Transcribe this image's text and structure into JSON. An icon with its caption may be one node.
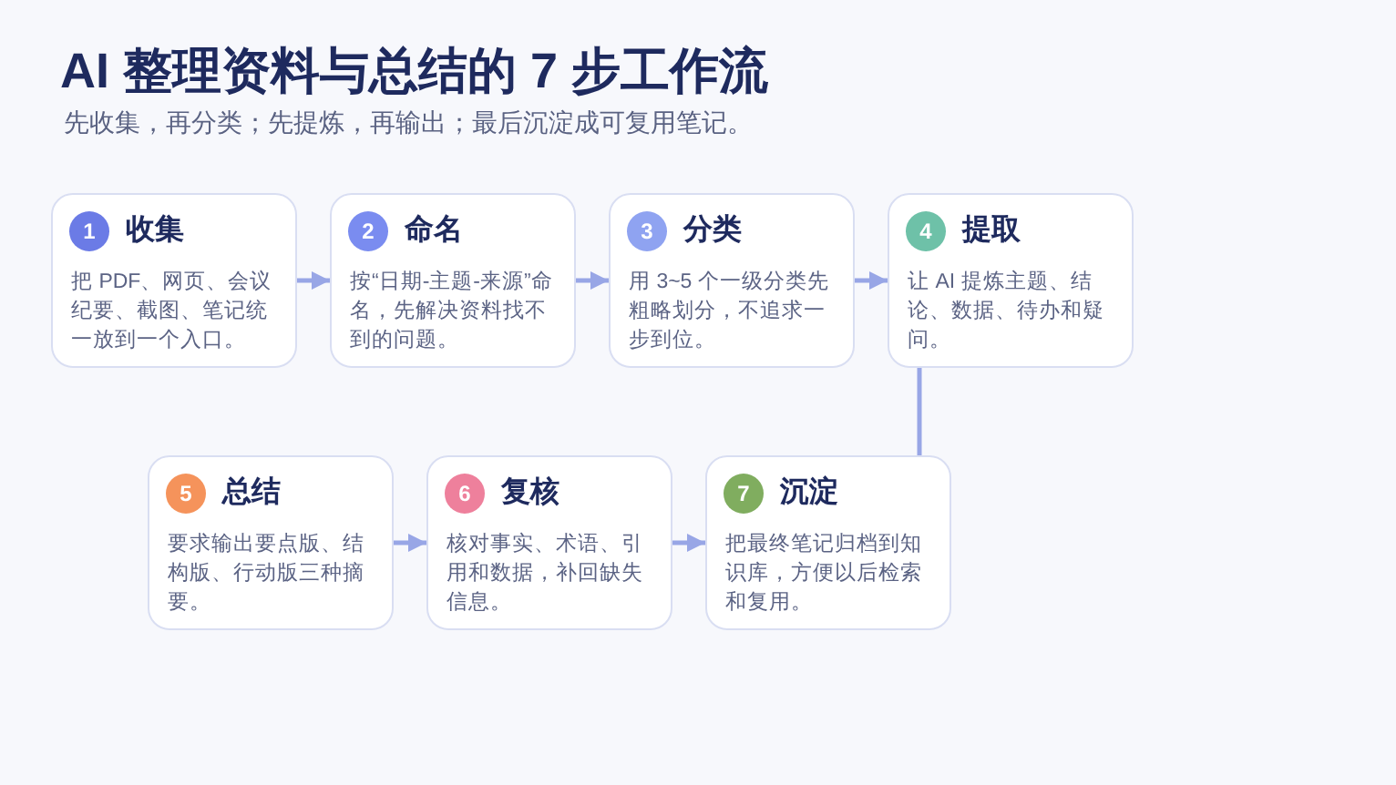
{
  "diagram": {
    "title": "AI 整理资料与总结的 7 步工作流",
    "nodes": [
      {
        "text": [
          "收集",
          "把 PDF、网页、会议纪要、截图、笔记统一放到一个入口。"
        ]
      },
      {
        "text": [
          "1"
        ],
        "in": 0
      },
      {
        "text": [
          "命名",
          "按“日期-主题-来源”命名，先解决资料找不到的问题。"
        ]
      },
      {
        "text": [
          "2"
        ],
        "in": 2
      },
      {
        "text": [
          "分类",
          "用 3~5 个一级分类先粗略划分，不追求一步到位。"
        ]
      },
      {
        "text": [
          "3"
        ],
        "in": 4
      },
      {
        "text": [
          "提取",
          "让 AI 提炼主题、结论、数据、待办和疑问。"
        ]
      },
      {
        "text": [
          "4"
        ],
        "in": 6
      },
      {
        "text": [
          "总结",
          "要求输出要点版、结构版、行动版三种摘要。"
        ]
      },
      {
        "text": [
          "5"
        ],
        "in": 8
      },
      {
        "text": [
          "复核",
          "核对事实、术语、引用和数据，补回缺失信息。"
        ]
      },
      {
        "text": [
          "6"
        ],
        "in": 10
      },
      {
        "text": [
          "沉淀",
          "把最终笔记归档到知识库，方便以后检索和复用。"
        ]
      },
      {
        "text": [
          "7"
        ],
        "in": 12
      }
    ],
    "edges": [
      {
        "from": 0,
        "to": 2,
        "arrow": "to"
      },
      {
        "from": 2,
        "to": 4,
        "arrow": "to"
      },
      {
        "from": 4,
        "to": 6,
        "arrow": "to"
      },
      {
        "from": 6,
        "to": 12,
        "arrow": "none"
      },
      {
        "from": 8,
        "to": 10,
        "arrow": "to"
      },
      {
        "from": 10,
        "to": 12,
        "arrow": "to"
      }
    ],
    "labels": [
      "先收集，再分类；先提炼，再输出；最后沉淀成可复用笔记。"
    ]
  }
}
